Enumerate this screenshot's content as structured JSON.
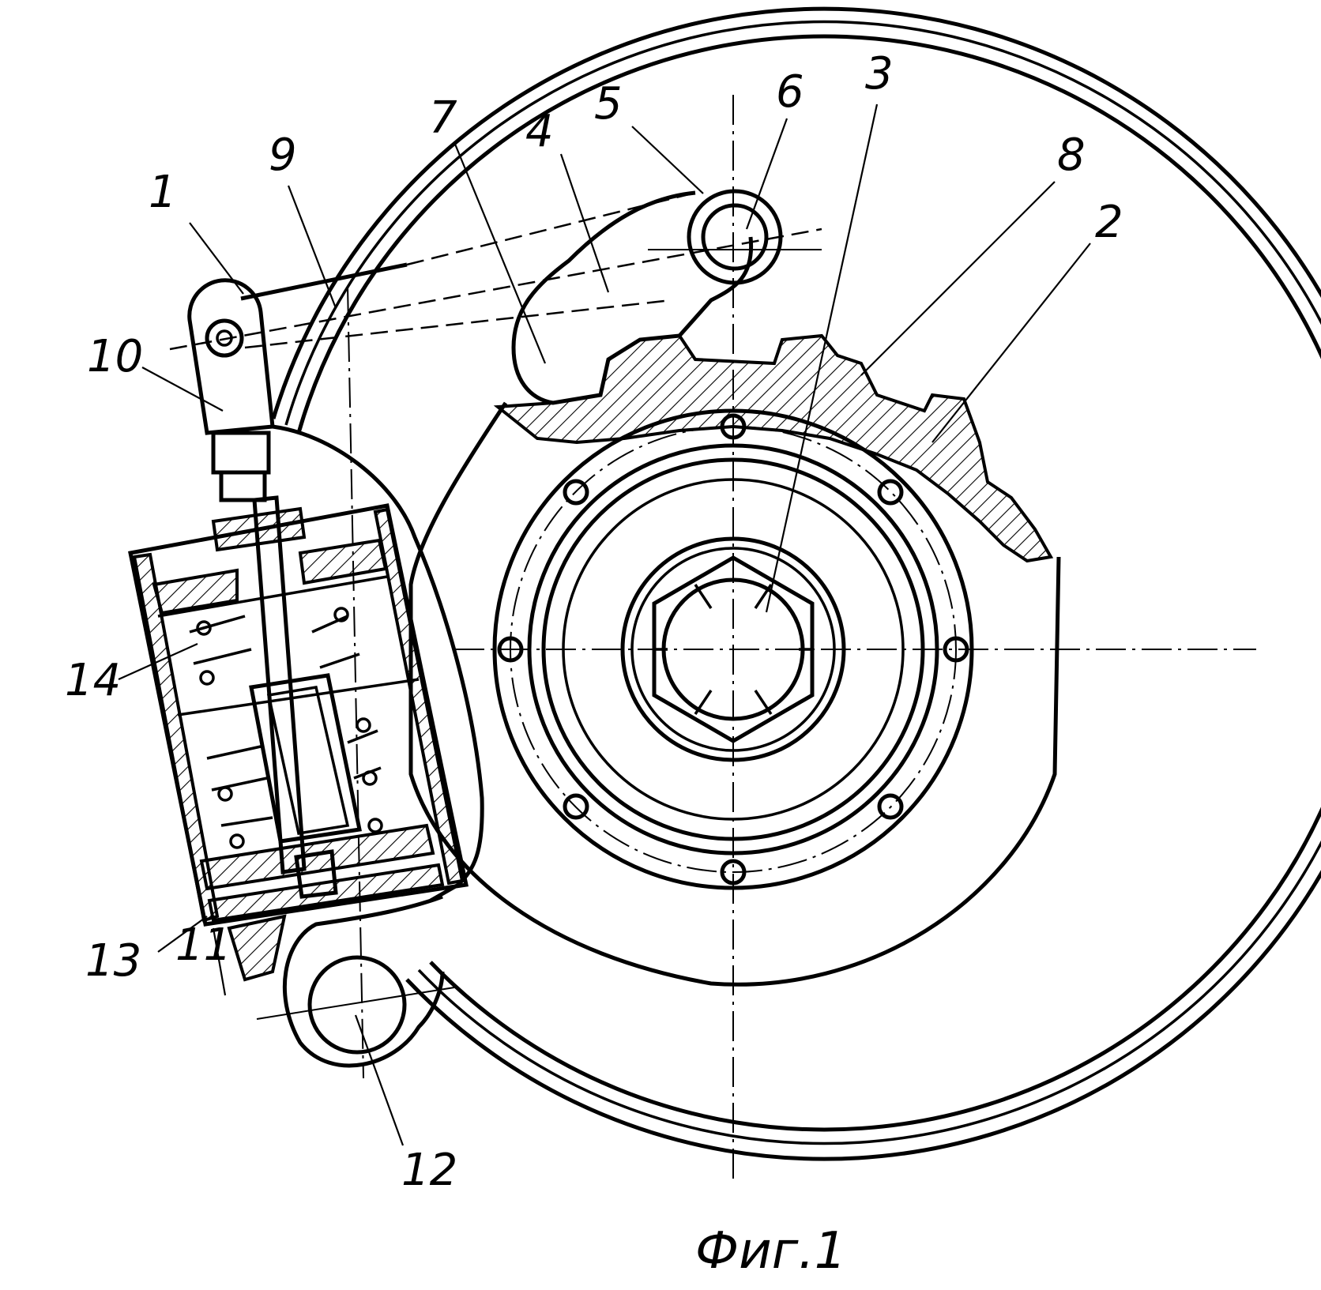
{
  "figure": {
    "caption": "Фиг.1",
    "labels": [
      {
        "id": "1",
        "text": "1"
      },
      {
        "id": "2",
        "text": "2"
      },
      {
        "id": "3",
        "text": "3"
      },
      {
        "id": "4",
        "text": "4"
      },
      {
        "id": "5",
        "text": "5"
      },
      {
        "id": "6",
        "text": "6"
      },
      {
        "id": "7",
        "text": "7"
      },
      {
        "id": "8",
        "text": "8"
      },
      {
        "id": "9",
        "text": "9"
      },
      {
        "id": "10",
        "text": "10"
      },
      {
        "id": "11",
        "text": "11"
      },
      {
        "id": "12",
        "text": "12"
      },
      {
        "id": "13",
        "text": "13"
      },
      {
        "id": "14",
        "text": "14"
      }
    ]
  },
  "colors": {
    "ink": "#000000",
    "paper": "#ffffff"
  }
}
